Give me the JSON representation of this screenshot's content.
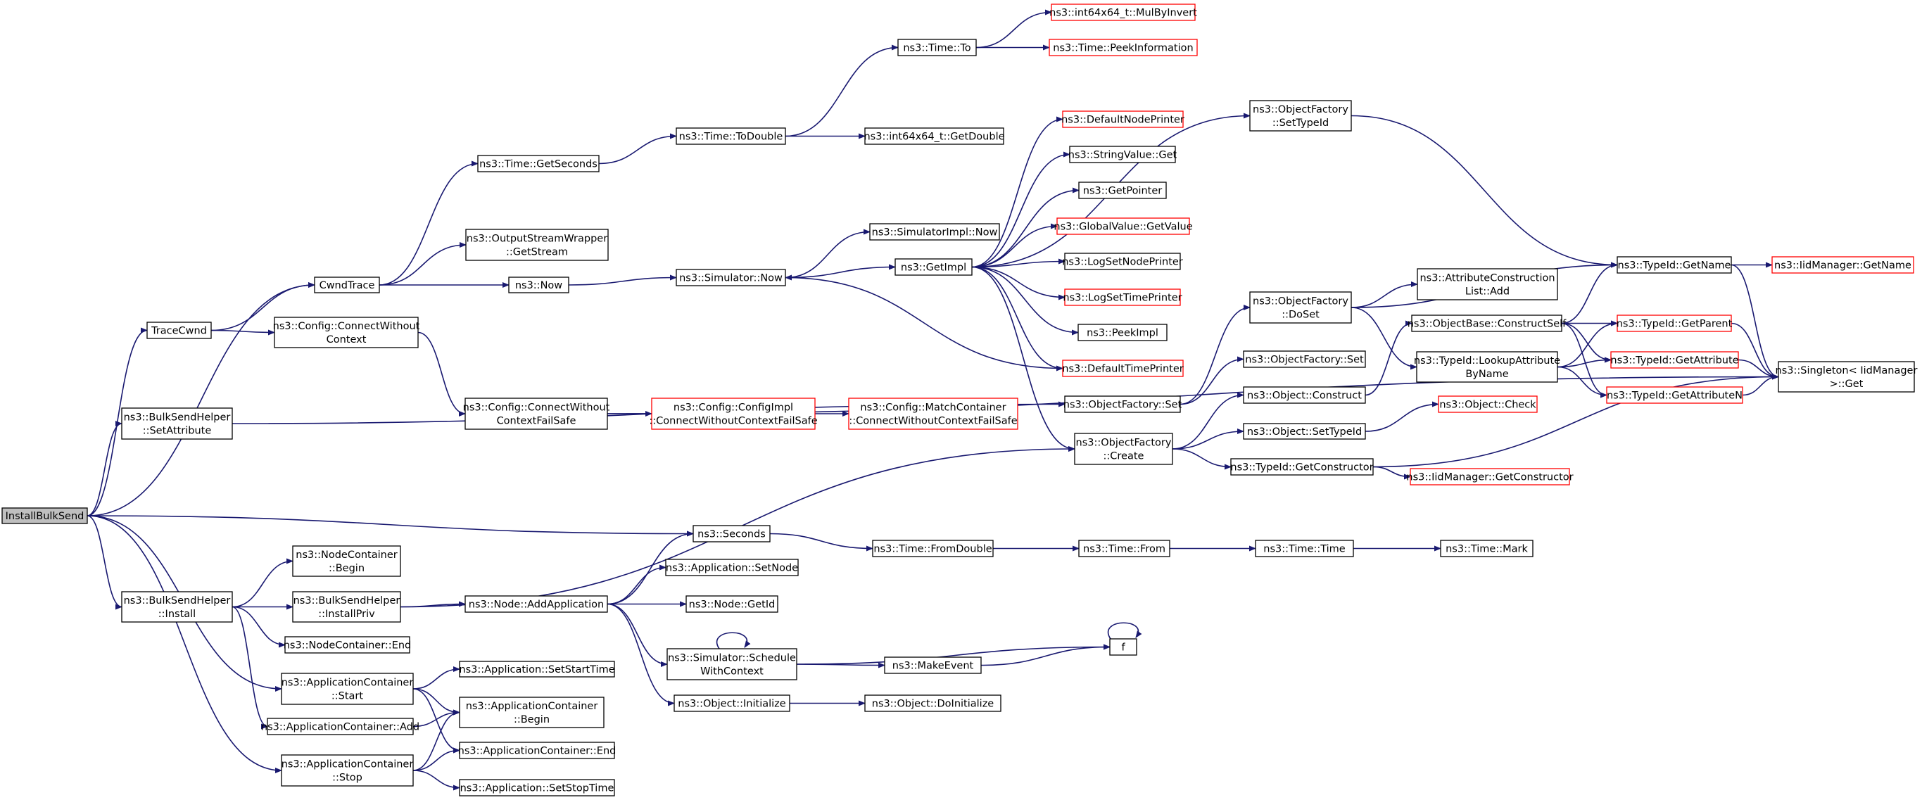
{
  "colors": {
    "edge": "#191970",
    "node_border": "#000000",
    "unresolved_border": "#ff0000",
    "root_fill": "#bfbfbf",
    "node_fill": "#ffffff"
  },
  "nodes": [
    {
      "id": "InstallBulkSend",
      "lines": [
        "InstallBulkSend"
      ],
      "root": true
    },
    {
      "id": "TraceCwnd",
      "lines": [
        "TraceCwnd"
      ]
    },
    {
      "id": "CwndTrace",
      "lines": [
        "CwndTrace"
      ]
    },
    {
      "id": "BSH_SetAttribute",
      "lines": [
        "ns3::BulkSendHelper",
        "::SetAttribute"
      ]
    },
    {
      "id": "BSH_Install",
      "lines": [
        "ns3::BulkSendHelper",
        "::Install"
      ]
    },
    {
      "id": "AC_Start",
      "lines": [
        "ns3::ApplicationContainer",
        "::Start"
      ]
    },
    {
      "id": "AC_Add",
      "lines": [
        "ns3::ApplicationContainer::Add"
      ]
    },
    {
      "id": "AC_Stop",
      "lines": [
        "ns3::ApplicationContainer",
        "::Stop"
      ]
    },
    {
      "id": "Seconds",
      "lines": [
        "ns3::Seconds"
      ]
    },
    {
      "id": "Time_GetSeconds",
      "lines": [
        "ns3::Time::GetSeconds"
      ]
    },
    {
      "id": "OSW_GetStream",
      "lines": [
        "ns3::OutputStreamWrapper",
        "::GetStream"
      ]
    },
    {
      "id": "Now",
      "lines": [
        "ns3::Now"
      ]
    },
    {
      "id": "Cfg_CWC",
      "lines": [
        "ns3::Config::ConnectWithout",
        "Context"
      ]
    },
    {
      "id": "Cfg_CWCFS",
      "lines": [
        "ns3::Config::ConnectWithout",
        "ContextFailSafe"
      ]
    },
    {
      "id": "NC_Begin",
      "lines": [
        "ns3::NodeContainer",
        "::Begin"
      ]
    },
    {
      "id": "BSH_InstallPriv",
      "lines": [
        "ns3::BulkSendHelper",
        "::InstallPriv"
      ]
    },
    {
      "id": "NC_End",
      "lines": [
        "ns3::NodeContainer::End"
      ]
    },
    {
      "id": "App_SetStartTime",
      "lines": [
        "ns3::Application::SetStartTime"
      ]
    },
    {
      "id": "AC_Begin",
      "lines": [
        "ns3::ApplicationContainer",
        "::Begin"
      ]
    },
    {
      "id": "AC_End",
      "lines": [
        "ns3::ApplicationContainer::End"
      ]
    },
    {
      "id": "App_SetStopTime",
      "lines": [
        "ns3::Application::SetStopTime"
      ]
    },
    {
      "id": "Time_ToDouble",
      "lines": [
        "ns3::Time::ToDouble"
      ]
    },
    {
      "id": "Time_To",
      "lines": [
        "ns3::Time::To"
      ]
    },
    {
      "id": "Int64_GetDouble",
      "lines": [
        "ns3::int64x64_t::GetDouble"
      ]
    },
    {
      "id": "Sim_Now",
      "lines": [
        "ns3::Simulator::Now"
      ]
    },
    {
      "id": "SimImpl_Now",
      "lines": [
        "ns3::SimulatorImpl::Now"
      ]
    },
    {
      "id": "GetImpl",
      "lines": [
        "ns3::GetImpl"
      ]
    },
    {
      "id": "CfgImpl_CWCFS",
      "lines": [
        "ns3::Config::ConfigImpl",
        "::ConnectWithoutContextFailSafe"
      ],
      "red": true
    },
    {
      "id": "MatchCont_CWCFS",
      "lines": [
        "ns3::Config::MatchContainer",
        "::ConnectWithoutContextFailSafe"
      ],
      "red": true
    },
    {
      "id": "Node_AddApplication",
      "lines": [
        "ns3::Node::AddApplication"
      ]
    },
    {
      "id": "App_SetNode",
      "lines": [
        "ns3::Application::SetNode"
      ]
    },
    {
      "id": "Node_GetId",
      "lines": [
        "ns3::Node::GetId"
      ]
    },
    {
      "id": "Sim_ScheduleWithContext",
      "lines": [
        "ns3::Simulator::Schedule",
        "WithContext"
      ]
    },
    {
      "id": "Obj_Initialize",
      "lines": [
        "ns3::Object::Initialize"
      ]
    },
    {
      "id": "Int64_MulByInvert",
      "lines": [
        "ns3::int64x64_t::MulByInvert"
      ],
      "red": true
    },
    {
      "id": "Time_PeekInformation",
      "lines": [
        "ns3::Time::PeekInformation"
      ],
      "red": true
    },
    {
      "id": "DefaultNodePrinter",
      "lines": [
        "ns3::DefaultNodePrinter"
      ],
      "red": true
    },
    {
      "id": "StringValue_Get",
      "lines": [
        "ns3::StringValue::Get"
      ]
    },
    {
      "id": "GetPointer",
      "lines": [
        "ns3::GetPointer"
      ]
    },
    {
      "id": "GlobalValue_GetValue",
      "lines": [
        "ns3::GlobalValue::GetValue"
      ],
      "red": true
    },
    {
      "id": "LogSetNodePrinter",
      "lines": [
        "ns3::LogSetNodePrinter"
      ]
    },
    {
      "id": "LogSetTimePrinter",
      "lines": [
        "ns3::LogSetTimePrinter"
      ],
      "red": true
    },
    {
      "id": "PeekImpl",
      "lines": [
        "ns3::PeekImpl"
      ]
    },
    {
      "id": "DefaultTimePrinter",
      "lines": [
        "ns3::DefaultTimePrinter"
      ],
      "red": true
    },
    {
      "id": "ObjFactory_Set",
      "lines": [
        "ns3::ObjectFactory::Set"
      ]
    },
    {
      "id": "ObjFactory_Create",
      "lines": [
        "ns3::ObjectFactory",
        "::Create"
      ]
    },
    {
      "id": "Time_FromDouble",
      "lines": [
        "ns3::Time::FromDouble"
      ]
    },
    {
      "id": "MakeEvent",
      "lines": [
        "ns3::MakeEvent"
      ]
    },
    {
      "id": "Obj_DoInitialize",
      "lines": [
        "ns3::Object::DoInitialize"
      ]
    },
    {
      "id": "ObjFactory_SetTypeId",
      "lines": [
        "ns3::ObjectFactory",
        "::SetTypeId"
      ]
    },
    {
      "id": "ObjFactory_DoSet",
      "lines": [
        "ns3::ObjectFactory",
        "::DoSet"
      ]
    },
    {
      "id": "ObjFactory_Set2",
      "lines": [
        "ns3::ObjectFactory::Set"
      ]
    },
    {
      "id": "Obj_Construct",
      "lines": [
        "ns3::Object::Construct"
      ]
    },
    {
      "id": "Obj_SetTypeId",
      "lines": [
        "ns3::Object::SetTypeId"
      ]
    },
    {
      "id": "TypeId_GetConstructor",
      "lines": [
        "ns3::TypeId::GetConstructor"
      ]
    },
    {
      "id": "Time_From",
      "lines": [
        "ns3::Time::From"
      ]
    },
    {
      "id": "f",
      "lines": [
        "f"
      ]
    },
    {
      "id": "AttrConstrList_Add",
      "lines": [
        "ns3::AttributeConstruction",
        "List::Add"
      ]
    },
    {
      "id": "ObjBase_ConstructSelf",
      "lines": [
        "ns3::ObjectBase::ConstructSelf"
      ]
    },
    {
      "id": "TypeId_LookupAttributeByName",
      "lines": [
        "ns3::TypeId::LookupAttribute",
        "ByName"
      ]
    },
    {
      "id": "Obj_Check",
      "lines": [
        "ns3::Object::Check"
      ],
      "red": true
    },
    {
      "id": "IidMgr_GetConstructor",
      "lines": [
        "ns3::IidManager::GetConstructor"
      ],
      "red": true
    },
    {
      "id": "Time_Time",
      "lines": [
        "ns3::Time::Time"
      ]
    },
    {
      "id": "TypeId_GetName",
      "lines": [
        "ns3::TypeId::GetName"
      ]
    },
    {
      "id": "TypeId_GetParent",
      "lines": [
        "ns3::TypeId::GetParent"
      ],
      "red": true
    },
    {
      "id": "TypeId_GetAttribute",
      "lines": [
        "ns3::TypeId::GetAttribute"
      ],
      "red": true
    },
    {
      "id": "TypeId_GetAttributeN",
      "lines": [
        "ns3::TypeId::GetAttributeN"
      ],
      "red": true
    },
    {
      "id": "Time_Mark",
      "lines": [
        "ns3::Time::Mark"
      ]
    },
    {
      "id": "IidMgr_GetName",
      "lines": [
        "ns3::IidManager::GetName"
      ],
      "red": true
    },
    {
      "id": "Singleton_Get",
      "lines": [
        "ns3::Singleton< IidManager",
        "  >::Get"
      ]
    }
  ],
  "edges": [
    [
      "InstallBulkSend",
      "TraceCwnd"
    ],
    [
      "InstallBulkSend",
      "CwndTrace"
    ],
    [
      "InstallBulkSend",
      "BSH_SetAttribute"
    ],
    [
      "InstallBulkSend",
      "Seconds"
    ],
    [
      "InstallBulkSend",
      "BSH_Install"
    ],
    [
      "InstallBulkSend",
      "AC_Start"
    ],
    [
      "InstallBulkSend",
      "AC_Stop"
    ],
    [
      "TraceCwnd",
      "CwndTrace"
    ],
    [
      "TraceCwnd",
      "Cfg_CWC"
    ],
    [
      "CwndTrace",
      "Time_GetSeconds"
    ],
    [
      "CwndTrace",
      "OSW_GetStream"
    ],
    [
      "CwndTrace",
      "Now"
    ],
    [
      "BSH_SetAttribute",
      "ObjFactory_Set"
    ],
    [
      "BSH_Install",
      "NC_Begin"
    ],
    [
      "BSH_Install",
      "BSH_InstallPriv"
    ],
    [
      "BSH_Install",
      "NC_End"
    ],
    [
      "BSH_Install",
      "AC_Add"
    ],
    [
      "AC_Start",
      "App_SetStartTime"
    ],
    [
      "AC_Start",
      "AC_Begin"
    ],
    [
      "AC_Start",
      "AC_End"
    ],
    [
      "AC_Add",
      "AC_Begin"
    ],
    [
      "AC_Stop",
      "AC_Begin"
    ],
    [
      "AC_Stop",
      "AC_End"
    ],
    [
      "AC_Stop",
      "App_SetStopTime"
    ],
    [
      "Time_GetSeconds",
      "Time_ToDouble"
    ],
    [
      "Time_ToDouble",
      "Time_To"
    ],
    [
      "Time_ToDouble",
      "Int64_GetDouble"
    ],
    [
      "Time_To",
      "Int64_MulByInvert"
    ],
    [
      "Time_To",
      "Time_PeekInformation"
    ],
    [
      "Now",
      "Sim_Now"
    ],
    [
      "Sim_Now",
      "SimImpl_Now"
    ],
    [
      "Sim_Now",
      "GetImpl"
    ],
    [
      "GetImpl",
      "DefaultNodePrinter"
    ],
    [
      "GetImpl",
      "StringValue_Get"
    ],
    [
      "GetImpl",
      "GetPointer"
    ],
    [
      "GetImpl",
      "GlobalValue_GetValue"
    ],
    [
      "GetImpl",
      "LogSetNodePrinter"
    ],
    [
      "GetImpl",
      "LogSetTimePrinter"
    ],
    [
      "GetImpl",
      "PeekImpl"
    ],
    [
      "GetImpl",
      "DefaultTimePrinter"
    ],
    [
      "GetImpl",
      "ObjFactory_SetTypeId"
    ],
    [
      "GetImpl",
      "ObjFactory_Create"
    ],
    [
      "DefaultTimePrinter",
      "Sim_Now"
    ],
    [
      "Cfg_CWC",
      "Cfg_CWCFS"
    ],
    [
      "Cfg_CWCFS",
      "CfgImpl_CWCFS"
    ],
    [
      "Cfg_CWCFS",
      "Singleton_Get"
    ],
    [
      "CfgImpl_CWCFS",
      "MatchCont_CWCFS"
    ],
    [
      "BSH_InstallPriv",
      "ObjFactory_Create"
    ],
    [
      "BSH_InstallPriv",
      "Node_AddApplication"
    ],
    [
      "Node_AddApplication",
      "Seconds"
    ],
    [
      "Node_AddApplication",
      "App_SetNode"
    ],
    [
      "Node_AddApplication",
      "Node_GetId"
    ],
    [
      "Node_AddApplication",
      "Sim_ScheduleWithContext"
    ],
    [
      "Node_AddApplication",
      "Obj_Initialize"
    ],
    [
      "Seconds",
      "Time_FromDouble"
    ],
    [
      "Time_FromDouble",
      "Time_From"
    ],
    [
      "Time_From",
      "Time_Time"
    ],
    [
      "Time_Time",
      "Time_Mark"
    ],
    [
      "Sim_ScheduleWithContext",
      "Sim_ScheduleWithContext"
    ],
    [
      "Sim_ScheduleWithContext",
      "f"
    ],
    [
      "Sim_ScheduleWithContext",
      "MakeEvent"
    ],
    [
      "MakeEvent",
      "f"
    ],
    [
      "f",
      "f"
    ],
    [
      "Obj_Initialize",
      "Obj_DoInitialize"
    ],
    [
      "ObjFactory_Set",
      "ObjFactory_DoSet"
    ],
    [
      "ObjFactory_Set",
      "ObjFactory_Set2"
    ],
    [
      "ObjFactory_Create",
      "Obj_Construct"
    ],
    [
      "ObjFactory_Create",
      "Obj_SetTypeId"
    ],
    [
      "ObjFactory_Create",
      "TypeId_GetConstructor"
    ],
    [
      "ObjFactory_SetTypeId",
      "TypeId_GetName"
    ],
    [
      "ObjFactory_DoSet",
      "TypeId_GetName"
    ],
    [
      "ObjFactory_DoSet",
      "AttrConstrList_Add"
    ],
    [
      "ObjFactory_DoSet",
      "TypeId_LookupAttributeByName"
    ],
    [
      "Obj_Construct",
      "ObjBase_ConstructSelf"
    ],
    [
      "Obj_SetTypeId",
      "Obj_Check"
    ],
    [
      "TypeId_GetConstructor",
      "IidMgr_GetConstructor"
    ],
    [
      "TypeId_GetConstructor",
      "Singleton_Get"
    ],
    [
      "ObjBase_ConstructSelf",
      "TypeId_GetName"
    ],
    [
      "ObjBase_ConstructSelf",
      "TypeId_GetParent"
    ],
    [
      "ObjBase_ConstructSelf",
      "TypeId_GetAttribute"
    ],
    [
      "ObjBase_ConstructSelf",
      "TypeId_GetAttributeN"
    ],
    [
      "TypeId_LookupAttributeByName",
      "TypeId_GetParent"
    ],
    [
      "TypeId_LookupAttributeByName",
      "TypeId_GetAttribute"
    ],
    [
      "TypeId_LookupAttributeByName",
      "TypeId_GetAttributeN"
    ],
    [
      "TypeId_GetName",
      "IidMgr_GetName"
    ],
    [
      "TypeId_GetName",
      "Singleton_Get"
    ],
    [
      "TypeId_GetParent",
      "Singleton_Get"
    ],
    [
      "TypeId_GetAttribute",
      "Singleton_Get"
    ],
    [
      "TypeId_GetAttributeN",
      "Singleton_Get"
    ]
  ]
}
